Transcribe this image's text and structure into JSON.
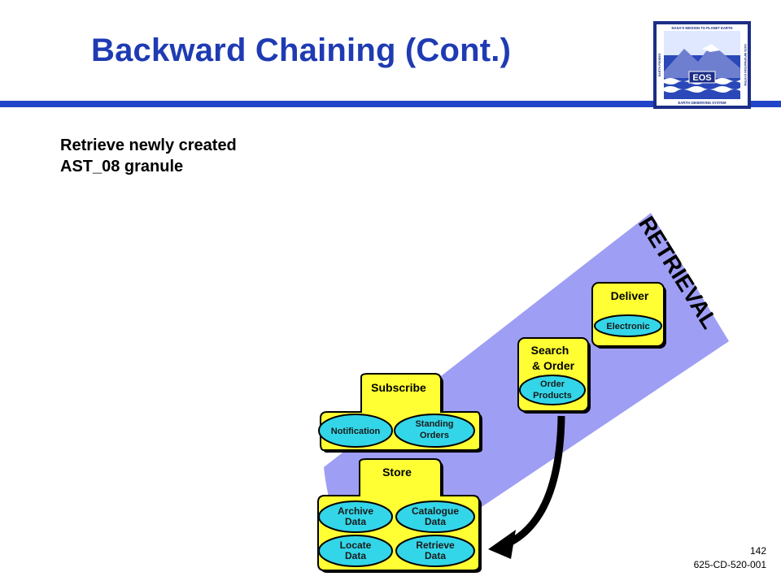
{
  "slide": {
    "title": "Backward Chaining (Cont.)",
    "bullet_line1": "Retrieve newly created",
    "bullet_line2": "AST_08 granule",
    "page_number": "142",
    "doc_id": "625-CD-520-001"
  },
  "logo": {
    "top_text": "NASA'S MISSION TO PLANET EARTH",
    "center_text": "EOS",
    "bottom_text": "EARTH OBSERVING SYSTEM",
    "left_text": "EARTH PROBES",
    "right_text": "DATA INFORMATION SYSTEM"
  },
  "diagram": {
    "band_label": "RETRIEVAL",
    "deliver": {
      "title": "Deliver",
      "item": "Electronic"
    },
    "search": {
      "title_line1": "Search",
      "title_line2": "& Order",
      "item_line1": "Order",
      "item_line2": "Products"
    },
    "subscribe": {
      "title": "Subscribe",
      "item1": "Notification",
      "item2_line1": "Standing",
      "item2_line2": "Orders"
    },
    "store": {
      "title": "Store",
      "archive_line1": "Archive",
      "archive_line2": "Data",
      "catalogue_line1": "Catalogue",
      "catalogue_line2": "Data",
      "locate_line1": "Locate",
      "locate_line2": "Data",
      "retrieve_line1": "Retrieve",
      "retrieve_line2": "Data"
    }
  },
  "colors": {
    "title": "#1f3bb3",
    "band": "#9e9ef5",
    "box": "#ffff33",
    "oval": "#33d6e8",
    "arrow": "#000000"
  }
}
